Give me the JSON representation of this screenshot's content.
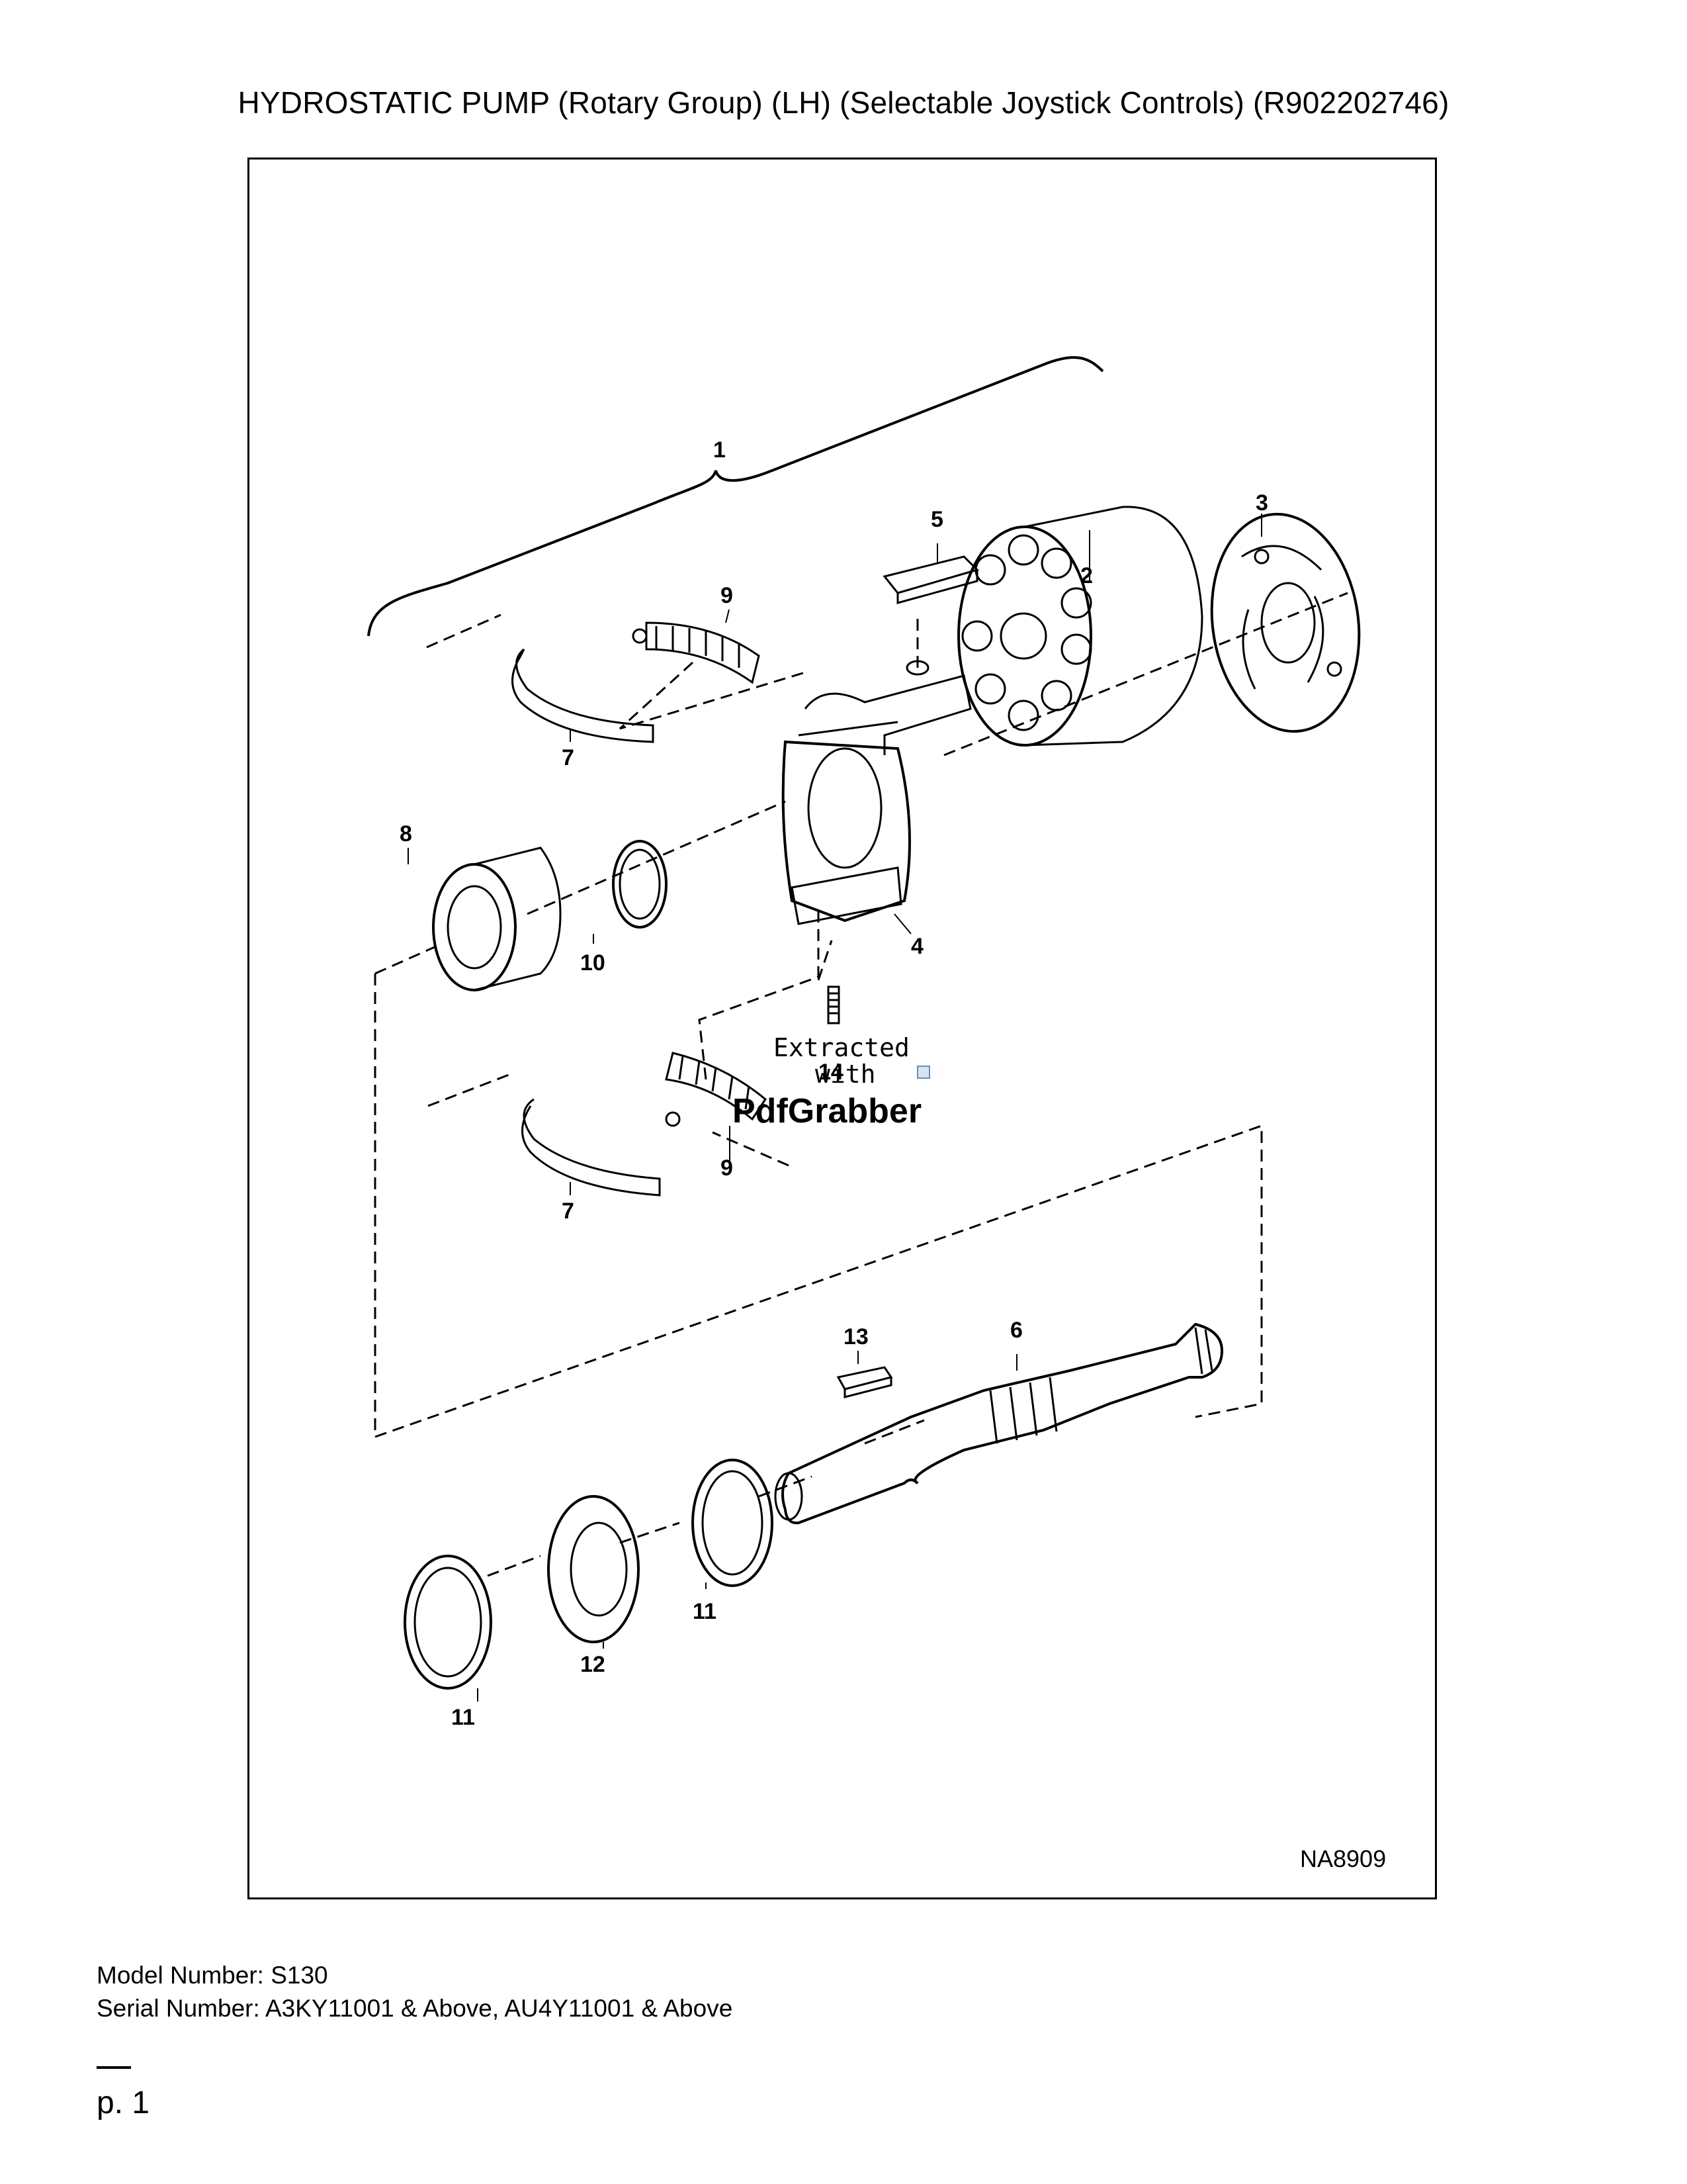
{
  "document": {
    "title": "HYDROSTATIC PUMP (Rotary Group) (LH) (Selectable Joystick Controls) (R902202746)"
  },
  "diagram": {
    "callouts": [
      "1",
      "2",
      "3",
      "4",
      "5",
      "6",
      "7",
      "7",
      "8",
      "9",
      "9",
      "10",
      "11",
      "11",
      "12",
      "13",
      "14"
    ],
    "drawing_ref": "NA8909",
    "watermark": {
      "line1": "Extracted",
      "line2": "with",
      "brand": "PdfGrabber"
    }
  },
  "footer": {
    "model_label": "Model Number: S130",
    "serial_label": "Serial Number: A3KY11001 & Above, AU4Y11001 & Above"
  },
  "page": {
    "number": "p. 1"
  }
}
